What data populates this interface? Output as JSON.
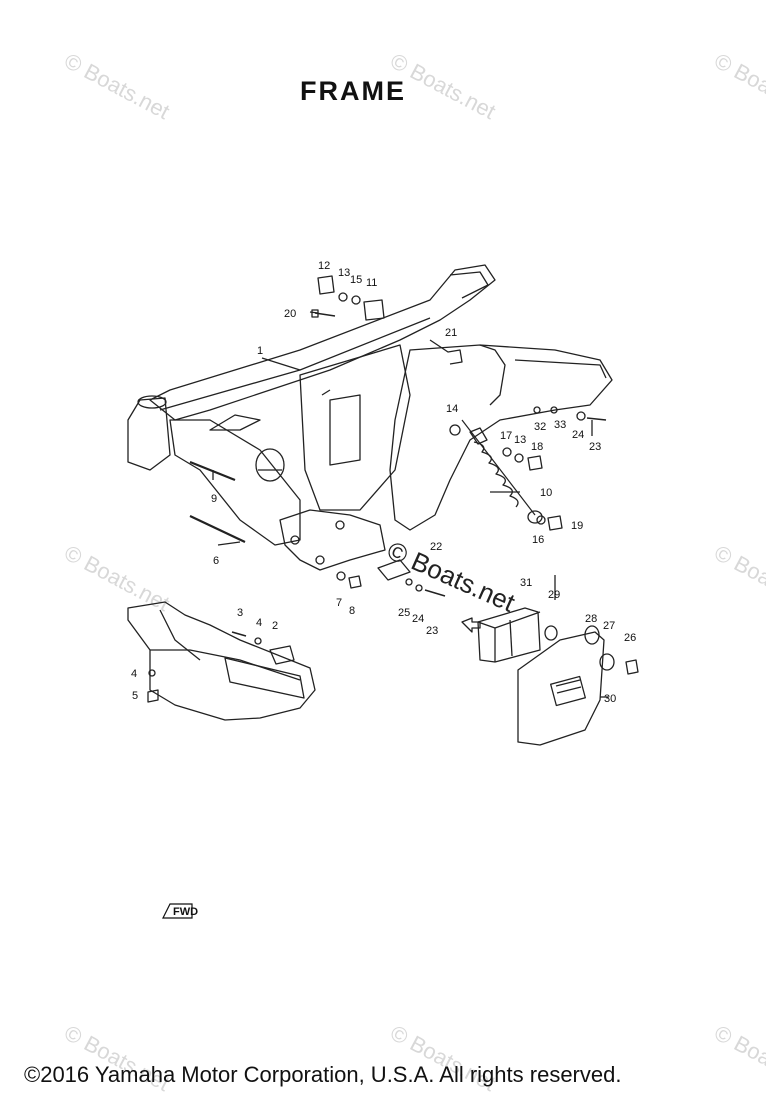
{
  "title": "FRAME",
  "watermark": "© Boats.net",
  "watermark_center": "© Boats.net",
  "copyright": "©2016 Yamaha Motor Corporation, U.S.A. All rights reserved.",
  "fwd_label": "FWD",
  "callouts": [
    {
      "id": "c1",
      "text": "1"
    },
    {
      "id": "c2",
      "text": "2"
    },
    {
      "id": "c3",
      "text": "3"
    },
    {
      "id": "c4",
      "text": "4"
    },
    {
      "id": "c4b",
      "text": "4"
    },
    {
      "id": "c5",
      "text": "5"
    },
    {
      "id": "c6",
      "text": "6"
    },
    {
      "id": "c7",
      "text": "7"
    },
    {
      "id": "c8",
      "text": "8"
    },
    {
      "id": "c9",
      "text": "9"
    },
    {
      "id": "c10",
      "text": "10"
    },
    {
      "id": "c11",
      "text": "11"
    },
    {
      "id": "c12",
      "text": "12"
    },
    {
      "id": "c13a",
      "text": "13"
    },
    {
      "id": "c13b",
      "text": "13"
    },
    {
      "id": "c14",
      "text": "14"
    },
    {
      "id": "c15",
      "text": "15"
    },
    {
      "id": "c16",
      "text": "16"
    },
    {
      "id": "c17",
      "text": "17"
    },
    {
      "id": "c18",
      "text": "18"
    },
    {
      "id": "c19",
      "text": "19"
    },
    {
      "id": "c20",
      "text": "20"
    },
    {
      "id": "c21",
      "text": "21"
    },
    {
      "id": "c22",
      "text": "22"
    },
    {
      "id": "c23a",
      "text": "23"
    },
    {
      "id": "c23b",
      "text": "23"
    },
    {
      "id": "c24a",
      "text": "24"
    },
    {
      "id": "c24b",
      "text": "24"
    },
    {
      "id": "c25",
      "text": "25"
    },
    {
      "id": "c26",
      "text": "26"
    },
    {
      "id": "c27",
      "text": "27"
    },
    {
      "id": "c28",
      "text": "28"
    },
    {
      "id": "c29",
      "text": "29"
    },
    {
      "id": "c30",
      "text": "30"
    },
    {
      "id": "c31",
      "text": "31"
    },
    {
      "id": "c32",
      "text": "32"
    },
    {
      "id": "c33",
      "text": "33"
    }
  ]
}
